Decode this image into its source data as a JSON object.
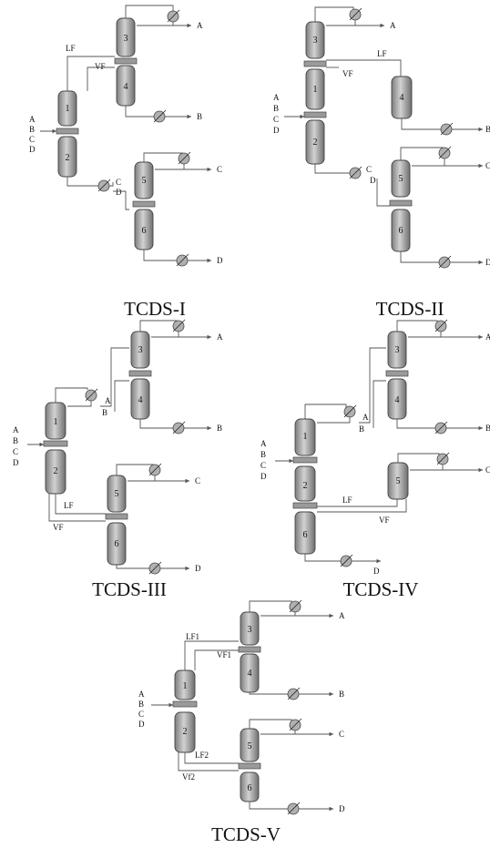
{
  "figure": {
    "panels": [
      {
        "caption": "TCDS-I",
        "columns": [
          "1",
          "2",
          "3",
          "4",
          "5",
          "6"
        ],
        "feed": [
          "A",
          "B",
          "C",
          "D"
        ],
        "products": [
          "A",
          "B",
          "C",
          "D"
        ],
        "streams": [
          "LF",
          "VF"
        ],
        "side_labels": [
          "C",
          "D"
        ]
      },
      {
        "caption": "TCDS-II",
        "columns": [
          "3",
          "1",
          "2",
          "4",
          "5",
          "6"
        ],
        "feed": [
          "A",
          "B",
          "C",
          "D"
        ],
        "products": [
          "A",
          "B",
          "C",
          "D"
        ],
        "streams": [
          "LF",
          "VF"
        ],
        "side_labels": [
          "C",
          "D"
        ]
      },
      {
        "caption": "TCDS-III",
        "columns": [
          "3",
          "4",
          "1",
          "2",
          "5",
          "6"
        ],
        "feed": [
          "A",
          "B",
          "C",
          "D"
        ],
        "products": [
          "A",
          "B",
          "C",
          "D"
        ],
        "streams": [
          "LF",
          "VF"
        ],
        "side_labels": [
          "A",
          "B"
        ]
      },
      {
        "caption": "TCDS-IV",
        "columns": [
          "3",
          "4",
          "1",
          "2",
          "6",
          "5"
        ],
        "feed": [
          "A",
          "B",
          "C",
          "D"
        ],
        "products": [
          "A",
          "B",
          "C",
          "D"
        ],
        "streams": [
          "LF",
          "VF"
        ],
        "side_labels": [
          "A",
          "B"
        ]
      },
      {
        "caption": "TCDS-V",
        "columns": [
          "3",
          "4",
          "1",
          "2",
          "5",
          "6"
        ],
        "feed": [
          "A",
          "B",
          "C",
          "D"
        ],
        "products": [
          "A",
          "B",
          "C",
          "D"
        ],
        "streams": [
          "LF1",
          "VF1",
          "LF2",
          "Vf2"
        ]
      }
    ]
  }
}
